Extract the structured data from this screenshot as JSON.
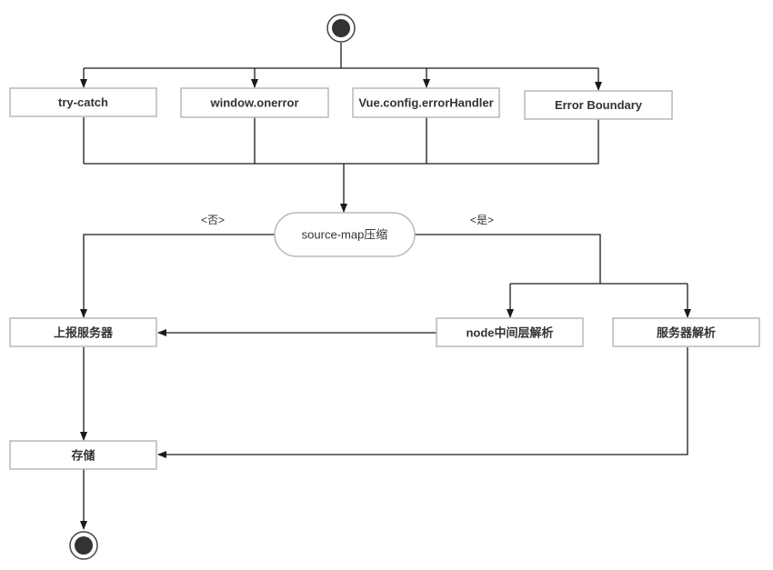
{
  "diagram": {
    "nodes": {
      "try_catch": "try-catch",
      "window_onerror": "window.onerror",
      "vue_error_handler": "Vue.config.errorHandler",
      "error_boundary": "Error Boundary",
      "source_map": "source-map压缩",
      "report_server": "上报服务器",
      "node_parse": "node中间层解析",
      "server_parse": "服务器解析",
      "storage": "存储"
    },
    "edge_labels": {
      "no": "<否>",
      "yes": "<是>"
    },
    "colors": {
      "node_border": "#b8b8b8",
      "line": "#1a1a1a",
      "terminal_fill": "#333333",
      "text": "#333333"
    }
  }
}
